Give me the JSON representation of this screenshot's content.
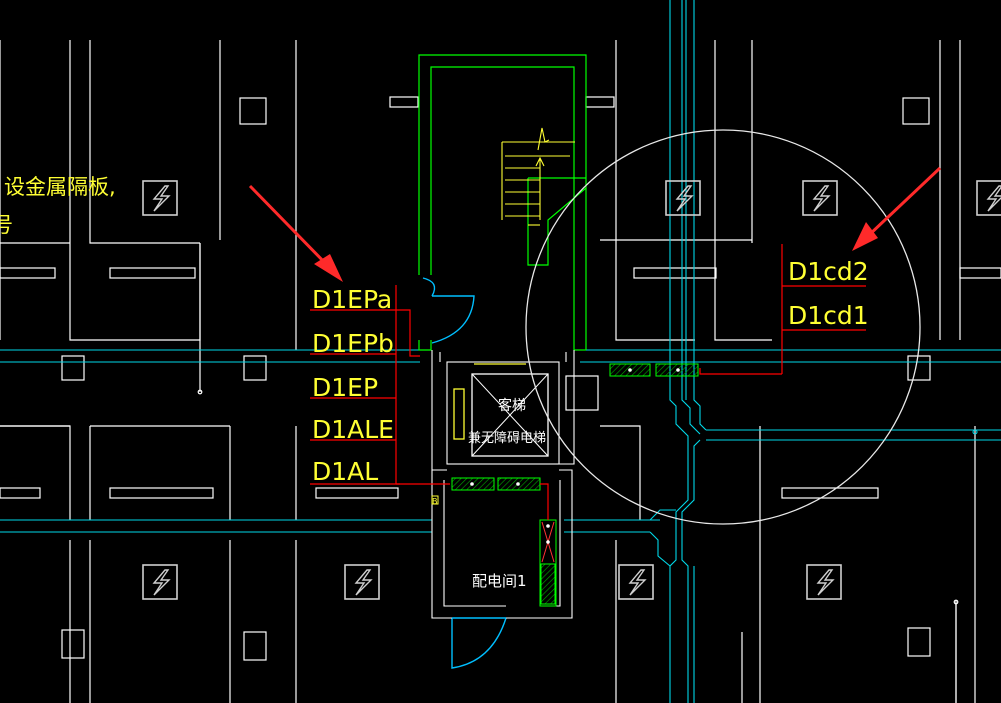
{
  "drawing": {
    "note_metal_partition": "设金属隔板,",
    "note_fragment": "号",
    "circuit_labels_left": [
      "D1EPa",
      "D1EPb",
      "D1EP",
      "D1ALE",
      "D1AL"
    ],
    "circuit_labels_right": [
      "D1cd2",
      "D1cd1"
    ],
    "elevator_line1": "客梯",
    "elevator_line2": "兼无障碍电梯",
    "room_name": "配电间1",
    "small_mark": "B"
  },
  "colors": {
    "background": "#000000",
    "wall": "#ffffff",
    "duct": "#00e5ff",
    "stair": "#00ff00",
    "label": "#ffff00",
    "leader": "#ff0000",
    "arrow": "#ff2a2a",
    "door": "#00bfff"
  }
}
